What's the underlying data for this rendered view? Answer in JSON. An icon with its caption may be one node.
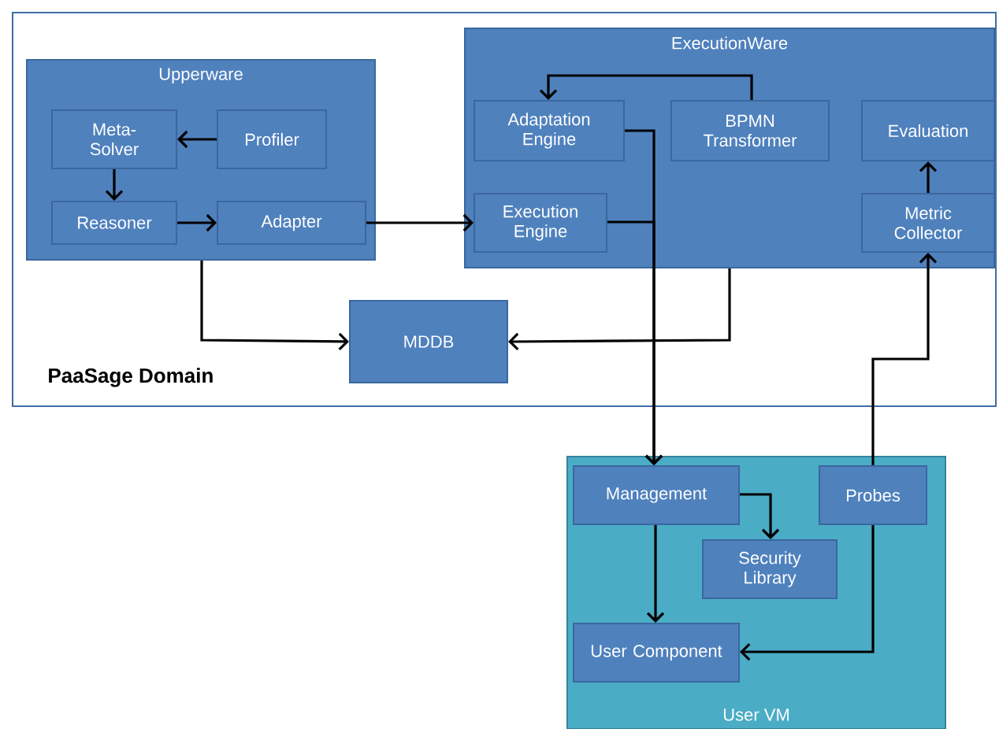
{
  "diagram": {
    "nodes": [
      {
        "text": [
          "PaaSage Domain"
        ]
      },
      {
        "text": [
          "Upperware"
        ],
        "in": 0
      },
      {
        "text": [
          "Meta-Solver"
        ],
        "in": 1
      },
      {
        "text": [
          "Profiler"
        ],
        "in": 1
      },
      {
        "text": [
          "Reasoner"
        ],
        "in": 1
      },
      {
        "text": [
          "Adapter"
        ],
        "in": 1
      },
      {
        "text": [
          "ExecutionWare"
        ],
        "in": 0
      },
      {
        "text": [
          "Adaptation Engine"
        ],
        "in": 6
      },
      {
        "text": [
          "BPMN Transformer"
        ],
        "in": 6
      },
      {
        "text": [
          "Evaluation"
        ],
        "in": 6
      },
      {
        "text": [
          "Execution Engine"
        ],
        "in": 6
      },
      {
        "text": [
          "Metric Collector"
        ],
        "in": 6
      },
      {
        "text": [
          "MDDB"
        ],
        "in": 0
      },
      {
        "text": [
          "User VM"
        ]
      },
      {
        "text": [
          "Management"
        ],
        "in": 13
      },
      {
        "text": [
          "Security Library"
        ],
        "in": 13
      },
      {
        "text": [
          "Probes"
        ],
        "in": 13
      },
      {
        "text": [
          "User Component"
        ],
        "in": 13
      }
    ],
    "edges": [
      {
        "from": 3,
        "to": 2,
        "arrow": "to"
      },
      {
        "from": 2,
        "to": 4,
        "arrow": "to"
      },
      {
        "from": 4,
        "to": 5,
        "arrow": "to"
      },
      {
        "from": 5,
        "to": 10,
        "arrow": "to"
      },
      {
        "from": 1,
        "to": 12,
        "arrow": "to"
      },
      {
        "from": 6,
        "to": 12,
        "arrow": "to"
      },
      {
        "from": 8,
        "to": 7,
        "arrow": "to"
      },
      {
        "from": 11,
        "to": 9,
        "arrow": "to"
      },
      {
        "from": 7,
        "to": 14,
        "arrow": "to"
      },
      {
        "from": 10,
        "to": 14,
        "arrow": "to"
      },
      {
        "from": 14,
        "to": 15,
        "arrow": "to"
      },
      {
        "from": 14,
        "to": 17,
        "arrow": "to"
      },
      {
        "from": 16,
        "to": 17,
        "arrow": "to"
      },
      {
        "from": 16,
        "to": 11,
        "arrow": "to"
      }
    ]
  }
}
